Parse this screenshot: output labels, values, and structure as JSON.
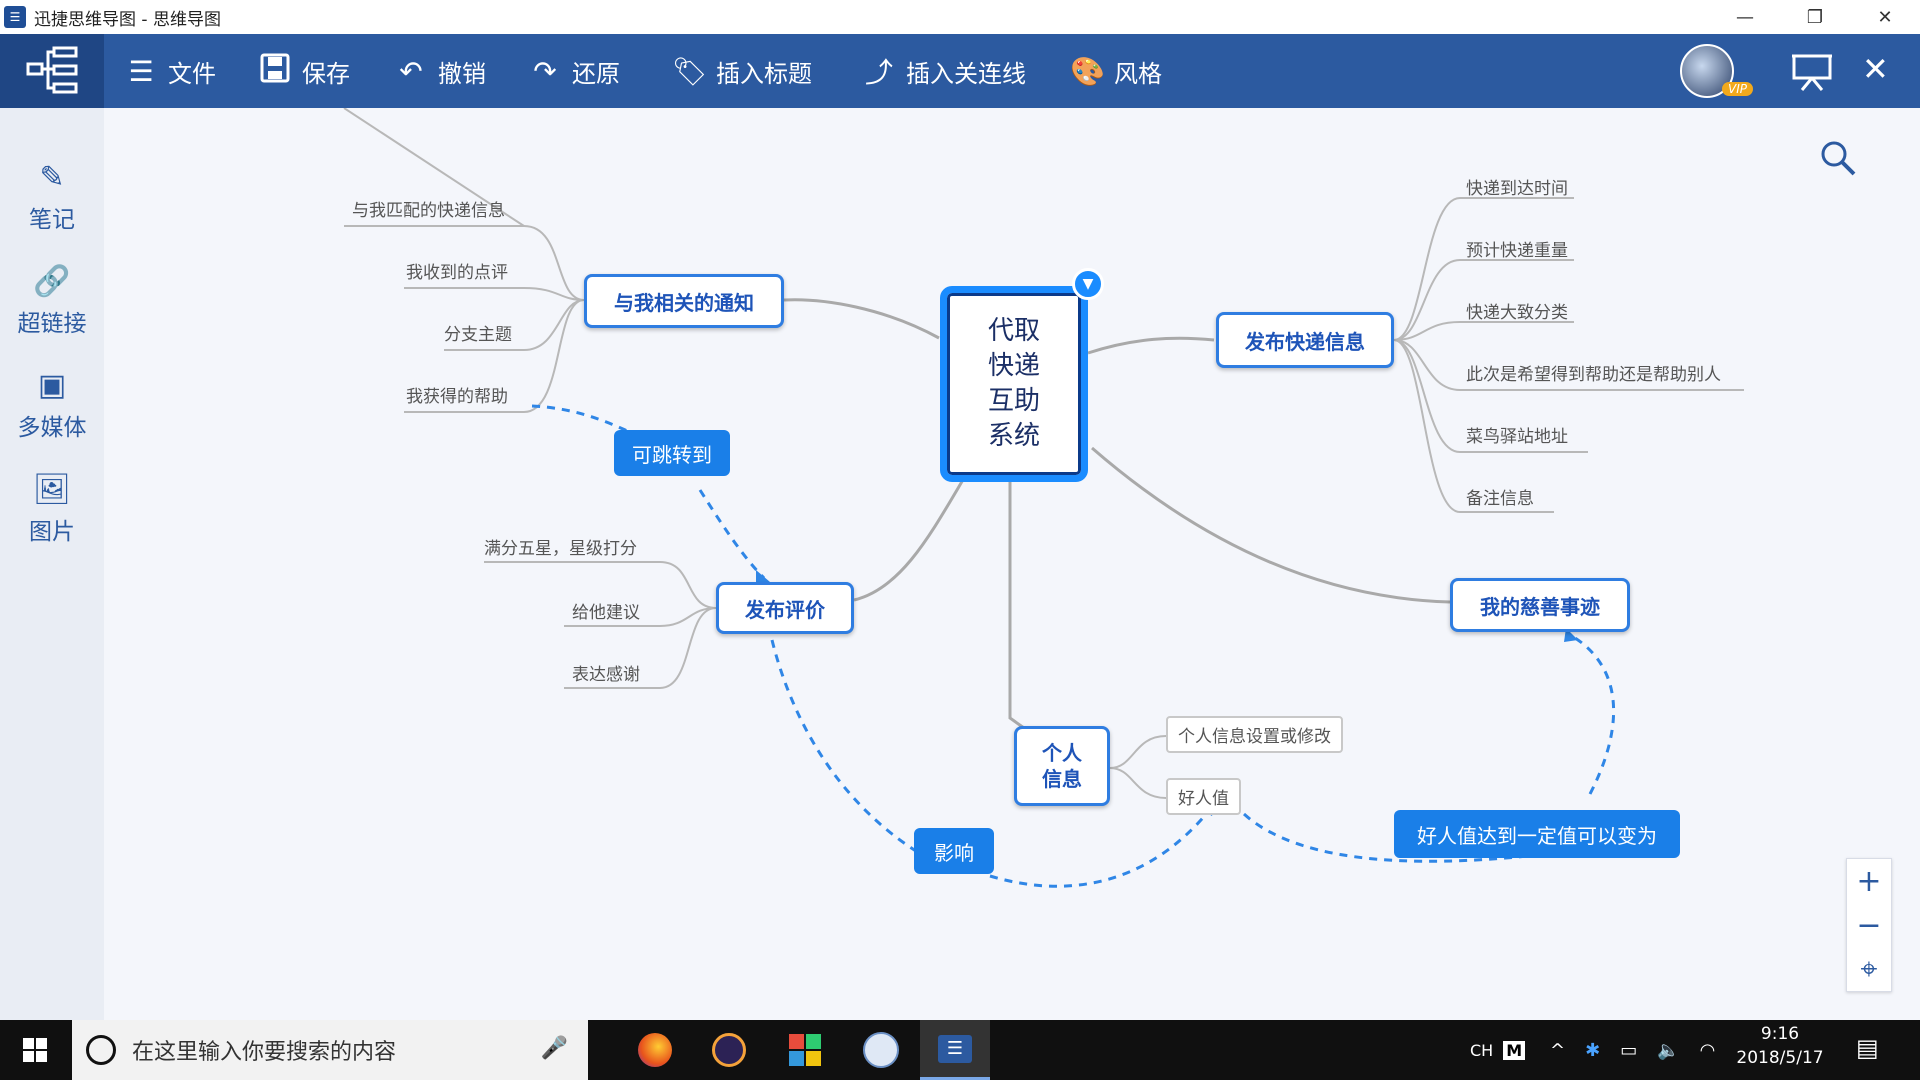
{
  "window": {
    "title": "迅捷思维导图 - 思维导图"
  },
  "toolbar": {
    "file": "文件",
    "save": "保存",
    "undo": "撤销",
    "redo": "还原",
    "insert_topic": "插入标题",
    "insert_link": "插入关连线",
    "style": "风格",
    "vip_badge": "VIP"
  },
  "sidebar": {
    "items": [
      {
        "label": "笔记",
        "icon": "pen-icon"
      },
      {
        "label": "超链接",
        "icon": "link-icon"
      },
      {
        "label": "多媒体",
        "icon": "media-icon"
      },
      {
        "label": "图片",
        "icon": "image-icon"
      }
    ]
  },
  "mindmap": {
    "center": [
      "代取",
      "快递",
      "互助",
      "系统"
    ],
    "notify": {
      "label": "与我相关的通知",
      "children": [
        "与我匹配的快递信息",
        "我收到的点评",
        "分支主题",
        "我获得的帮助"
      ]
    },
    "publish": {
      "label": "发布快递信息",
      "children": [
        "快递到达时间",
        "预计快递重量",
        "快递大致分类",
        "此次是希望得到帮助还是帮助别人",
        "菜鸟驿站地址",
        "备注信息"
      ]
    },
    "review": {
      "label": "发布评价",
      "children": [
        "满分五星，星级打分",
        "给他建议",
        "表达感谢"
      ]
    },
    "personal": {
      "label": [
        "个人",
        "信息"
      ],
      "children": [
        "个人信息设置或修改",
        "好人值"
      ]
    },
    "charity": {
      "label": "我的慈善事迹"
    },
    "callouts": {
      "jump": "可跳转到",
      "influence": "影响",
      "good_value": "好人值达到一定值可以变为"
    }
  },
  "zoom": {
    "in": "+",
    "out": "−"
  },
  "taskbar": {
    "search_placeholder": "在这里输入你要搜索的内容",
    "ime": "CH",
    "ime_mode": "M",
    "time": "9:16",
    "date": "2018/5/17"
  }
}
